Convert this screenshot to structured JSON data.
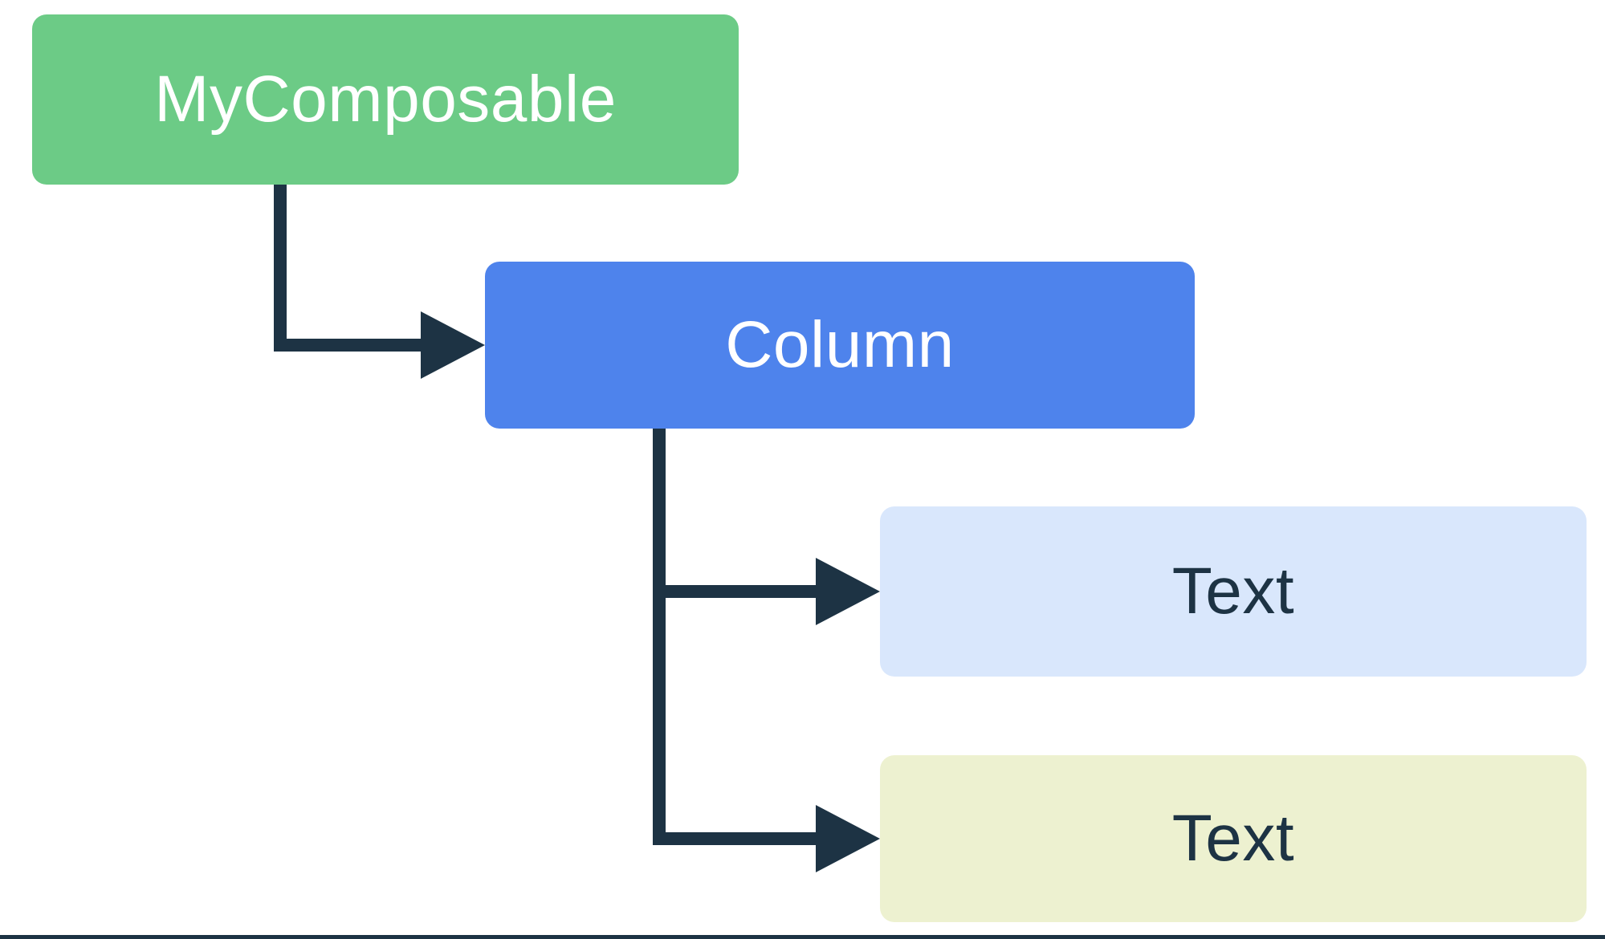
{
  "diagram": {
    "type": "tree",
    "description": "Composable hierarchy tree",
    "background": "#FFFFFF",
    "connector_color": "#1D3344",
    "nodes": [
      {
        "id": "mycomposable",
        "label": "MyComposable",
        "bg": "#6CCB86",
        "text": "#FFFFFF"
      },
      {
        "id": "column",
        "label": "Column",
        "bg": "#4E83EC",
        "text": "#FFFFFF"
      },
      {
        "id": "text-1",
        "label": "Text",
        "bg": "#D9E7FC",
        "text": "#1D3344"
      },
      {
        "id": "text-2",
        "label": "Text",
        "bg": "#EDF1D0",
        "text": "#1D3344"
      }
    ],
    "edges": [
      {
        "from": "mycomposable",
        "to": "column"
      },
      {
        "from": "column",
        "to": "text-1"
      },
      {
        "from": "column",
        "to": "text-2"
      }
    ]
  }
}
